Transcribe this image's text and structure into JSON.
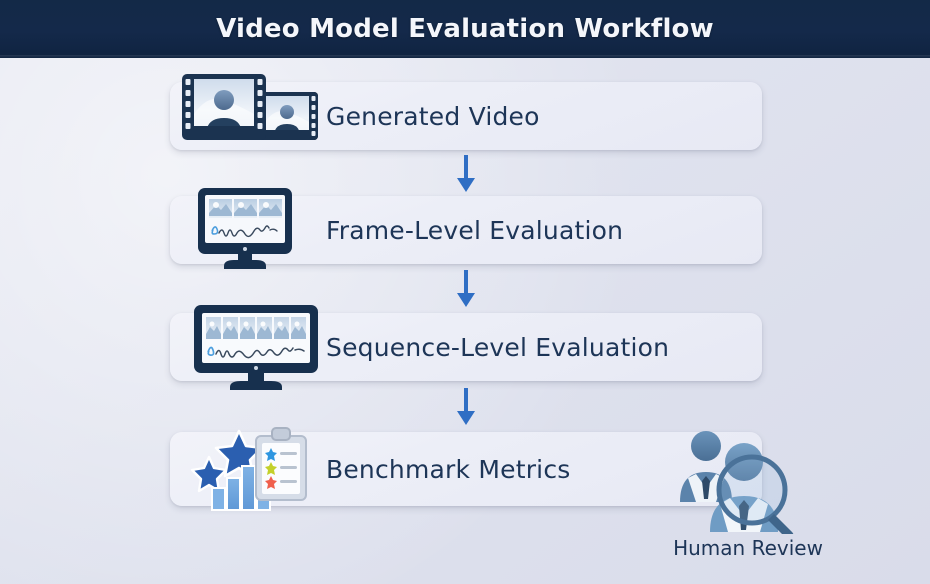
{
  "header": {
    "title": "Video Model Evaluation Workflow",
    "background_color": "#14294a",
    "text_color": "#f4f6fb"
  },
  "theme": {
    "page_background": "#e3e5f0",
    "card_background": "#eceef7",
    "card_text_color": "#1d3557",
    "arrow_color": "#2f6ec4",
    "icon_dark_navy": "#18304f",
    "icon_steel_blue": "#5b86b0"
  },
  "workflow": {
    "steps": [
      {
        "id": "generated-video",
        "label": "Generated Video",
        "icon": "film-strip-video-icon"
      },
      {
        "id": "frame-level-evaluation",
        "label": "Frame-Level Evaluation",
        "icon": "monitor-frames-icon"
      },
      {
        "id": "sequence-level-evaluation",
        "label": "Sequence-Level Evaluation",
        "icon": "monitor-sequence-icon"
      },
      {
        "id": "benchmark-metrics",
        "label": "Benchmark Metrics",
        "icon": "stars-chart-clipboard-icon"
      }
    ],
    "connectors": [
      {
        "id": "arrow-1",
        "icon": "arrow-down-icon"
      },
      {
        "id": "arrow-2",
        "icon": "arrow-down-icon"
      },
      {
        "id": "arrow-3",
        "icon": "arrow-down-icon"
      }
    ],
    "annotation": {
      "label": "Human Review",
      "icon": "people-magnifier-icon"
    }
  }
}
